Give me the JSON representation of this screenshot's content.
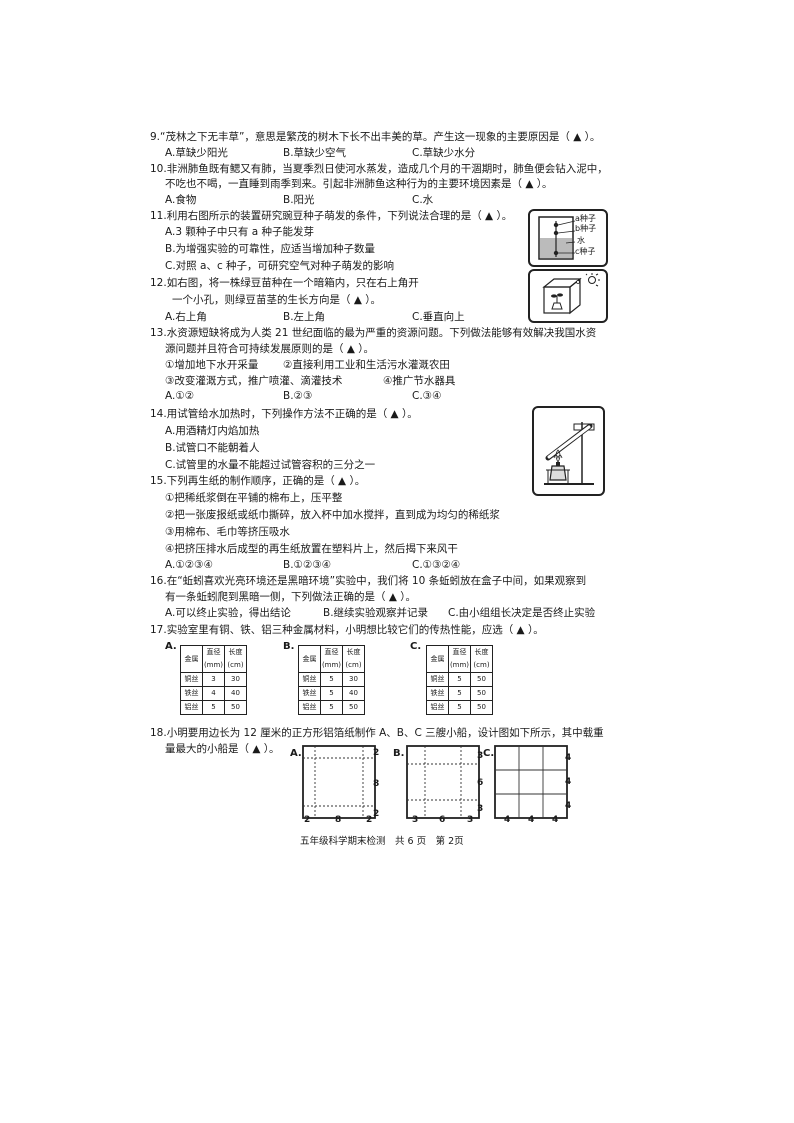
{
  "questions": {
    "q9": {
      "stem": "9.“茂林之下无丰草”，意思是繁茂的树木下长不出丰美的草。产生这一现象的主要原因是（ ▲ ）。",
      "options": [
        "A.草缺少阳光",
        "B.草缺少空气",
        "C.草缺少水分"
      ]
    },
    "q10": {
      "stem_lines": [
        "10.非洲肺鱼既有鳃又有肺，当夏季烈日使河水蒸发，造成几个月的干涸期时，肺鱼便会钻入泥中，",
        "不吃也不喝，一直睡到雨季到来。引起非洲肺鱼这种行为的主要环境因素是（ ▲ ）。"
      ],
      "options": [
        "A.食物",
        "B.阳光",
        "C.水"
      ]
    },
    "q11": {
      "stem": "11.利用右图所示的装置研究豌豆种子萌发的条件，下列说法合理的是（ ▲ ）。",
      "options": [
        "A.3 颗种子中只有 a 种子能发芽",
        "B.为增强实验的可靠性，应适当增加种子数量",
        "C.对照 a、c 种子，可研究空气对种子萌发的影响"
      ],
      "figure_labels": [
        "a种子",
        "b种子",
        "水",
        "c种子"
      ]
    },
    "q12": {
      "stem_lines": [
        "12.如右图，将一株绿豆苗种在一个暗箱内，只在右上角开",
        "一个小孔，则绿豆苗茎的生长方向是（ ▲ ）。"
      ],
      "options": [
        "A.右上角",
        "B.左上角",
        "C.垂直向上"
      ]
    },
    "q13": {
      "stem_lines": [
        "13.水资源短缺将成为人类 21 世纪面临的最为严重的资源问题。下列做法能够有效解决我国水资",
        "源问题并且符合可持续发展原则的是（ ▲ ）。"
      ],
      "items": [
        "①增加地下水开采量",
        "②直接利用工业和生活污水灌溉农田",
        "③改变灌溉方式，推广喷灌、滴灌技术",
        "④推广节水器具"
      ],
      "options": [
        "A.①②",
        "B.②③",
        "C.③④"
      ]
    },
    "q14": {
      "stem": "14.用试管给水加热时，下列操作方法不正确的是（ ▲ ）。",
      "options": [
        "A.用酒精灯内焰加热",
        "B.试管口不能朝着人",
        "C.试管里的水量不能超过试管容积的三分之一"
      ]
    },
    "q15": {
      "stem": "15.下列再生纸的制作顺序，正确的是（ ▲ ）。",
      "items": [
        "①把稀纸浆倒在平铺的棉布上，压平整",
        "②把一张废报纸或纸巾撕碎，放入杯中加水搅拌，直到成为均匀的稀纸浆",
        "③用棉布、毛巾等挤压吸水",
        "④把挤压排水后成型的再生纸放置在塑料片上，然后揭下来风干"
      ],
      "options": [
        "A.①②③④",
        "B.①②③④",
        "C.①③②④"
      ]
    },
    "q16": {
      "stem_lines": [
        "16.在“蚯蚓喜欢光亮环境还是黑暗环境”实验中，我们将 10 条蚯蚓放在盒子中间，如果观察到",
        "有一条蚯蚓爬到黑暗一侧，下列做法正确的是（ ▲ ）。"
      ],
      "options": [
        "A.可以终止实验，得出结论",
        "B.继续实验观察并记录",
        "C.由小组组长决定是否终止实验"
      ]
    },
    "q17": {
      "stem": "17.实验室里有铜、铁、铝三种金属材料，小明想比较它们的传热性能，应选（ ▲ ）。",
      "header": [
        "金属",
        "直径(mm)",
        "长度(cm)"
      ],
      "tables": [
        {
          "label": "A.",
          "rows": [
            [
              "铜丝",
              "3",
              "30"
            ],
            [
              "铁丝",
              "4",
              "40"
            ],
            [
              "铝丝",
              "5",
              "50"
            ]
          ]
        },
        {
          "label": "B.",
          "rows": [
            [
              "铜丝",
              "5",
              "30"
            ],
            [
              "铁丝",
              "5",
              "40"
            ],
            [
              "铝丝",
              "5",
              "50"
            ]
          ]
        },
        {
          "label": "C.",
          "rows": [
            [
              "铜丝",
              "5",
              "50"
            ],
            [
              "铁丝",
              "5",
              "50"
            ],
            [
              "铝丝",
              "5",
              "50"
            ]
          ]
        }
      ]
    },
    "q18": {
      "stem_lines": [
        "18.小明要用边长为 12 厘米的正方形铝箔纸制作 A、B、C 三艘小船，设计图如下所示，其中载重",
        "量最大的小船是（ ▲ ）。"
      ],
      "designs": [
        {
          "label": "A.",
          "bottom": [
            "2",
            "8",
            "2"
          ],
          "side": [
            "2",
            "8",
            "2"
          ]
        },
        {
          "label": "B.",
          "bottom": [
            "3",
            "6",
            "3"
          ],
          "side": [
            "3",
            "6",
            "3"
          ]
        },
        {
          "label": "C.",
          "bottom": [
            "4",
            "4",
            "4"
          ],
          "side": [
            "4",
            "4",
            "4"
          ]
        }
      ]
    }
  },
  "footer": "五年级科学期末检测　共 6 页　第 2页"
}
